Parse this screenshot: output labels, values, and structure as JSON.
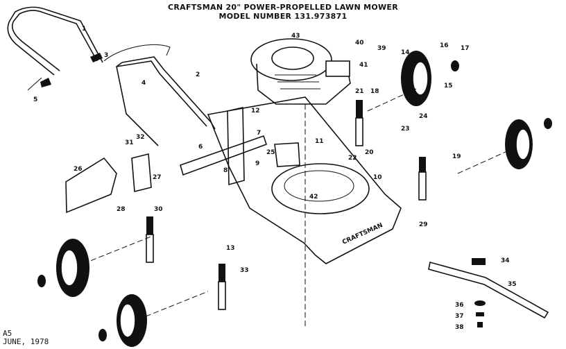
{
  "diagram": {
    "title_line1": "CRAFTSMAN 20\" POWER-PROPELLED LAWN MOWER",
    "title_line2": "MODEL NUMBER 131.973871",
    "footer_code": "A5",
    "footer_date": "JUNE, 1978",
    "deck_brand": "CRAFTSMAN",
    "part_numbers": [
      "1",
      "2",
      "3",
      "4",
      "5",
      "6",
      "7",
      "8",
      "9",
      "10",
      "11",
      "12",
      "13",
      "14",
      "15",
      "16",
      "17",
      "18",
      "19",
      "20",
      "21",
      "22",
      "23",
      "24",
      "25",
      "26",
      "27",
      "28",
      "29",
      "30",
      "31",
      "32",
      "33",
      "34",
      "35",
      "36",
      "37",
      "38",
      "39",
      "40",
      "41",
      "42",
      "43"
    ]
  }
}
